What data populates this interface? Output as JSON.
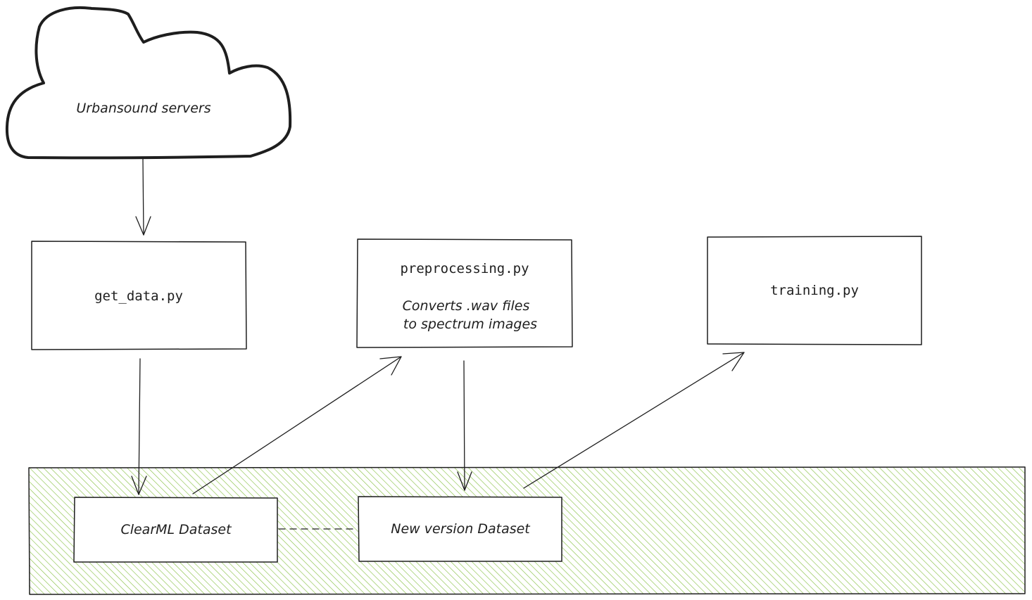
{
  "diagram": {
    "cloud": {
      "label": "Urbansound servers"
    },
    "nodes": {
      "get_data": {
        "label": "get_data.py"
      },
      "preprocessing": {
        "title": "preprocessing.py",
        "description_line1": "Converts .wav files",
        "description_line2": "to spectrum images"
      },
      "training": {
        "label": "training.py"
      }
    },
    "datasets": {
      "clearml": {
        "label": "ClearML Dataset"
      },
      "new_version": {
        "label": "New version Dataset"
      }
    },
    "colors": {
      "stroke": "#1e1e1e",
      "region_hatch": "#8bc34a",
      "region_fill": "#ffffff",
      "box_fill": "#ffffff"
    }
  }
}
